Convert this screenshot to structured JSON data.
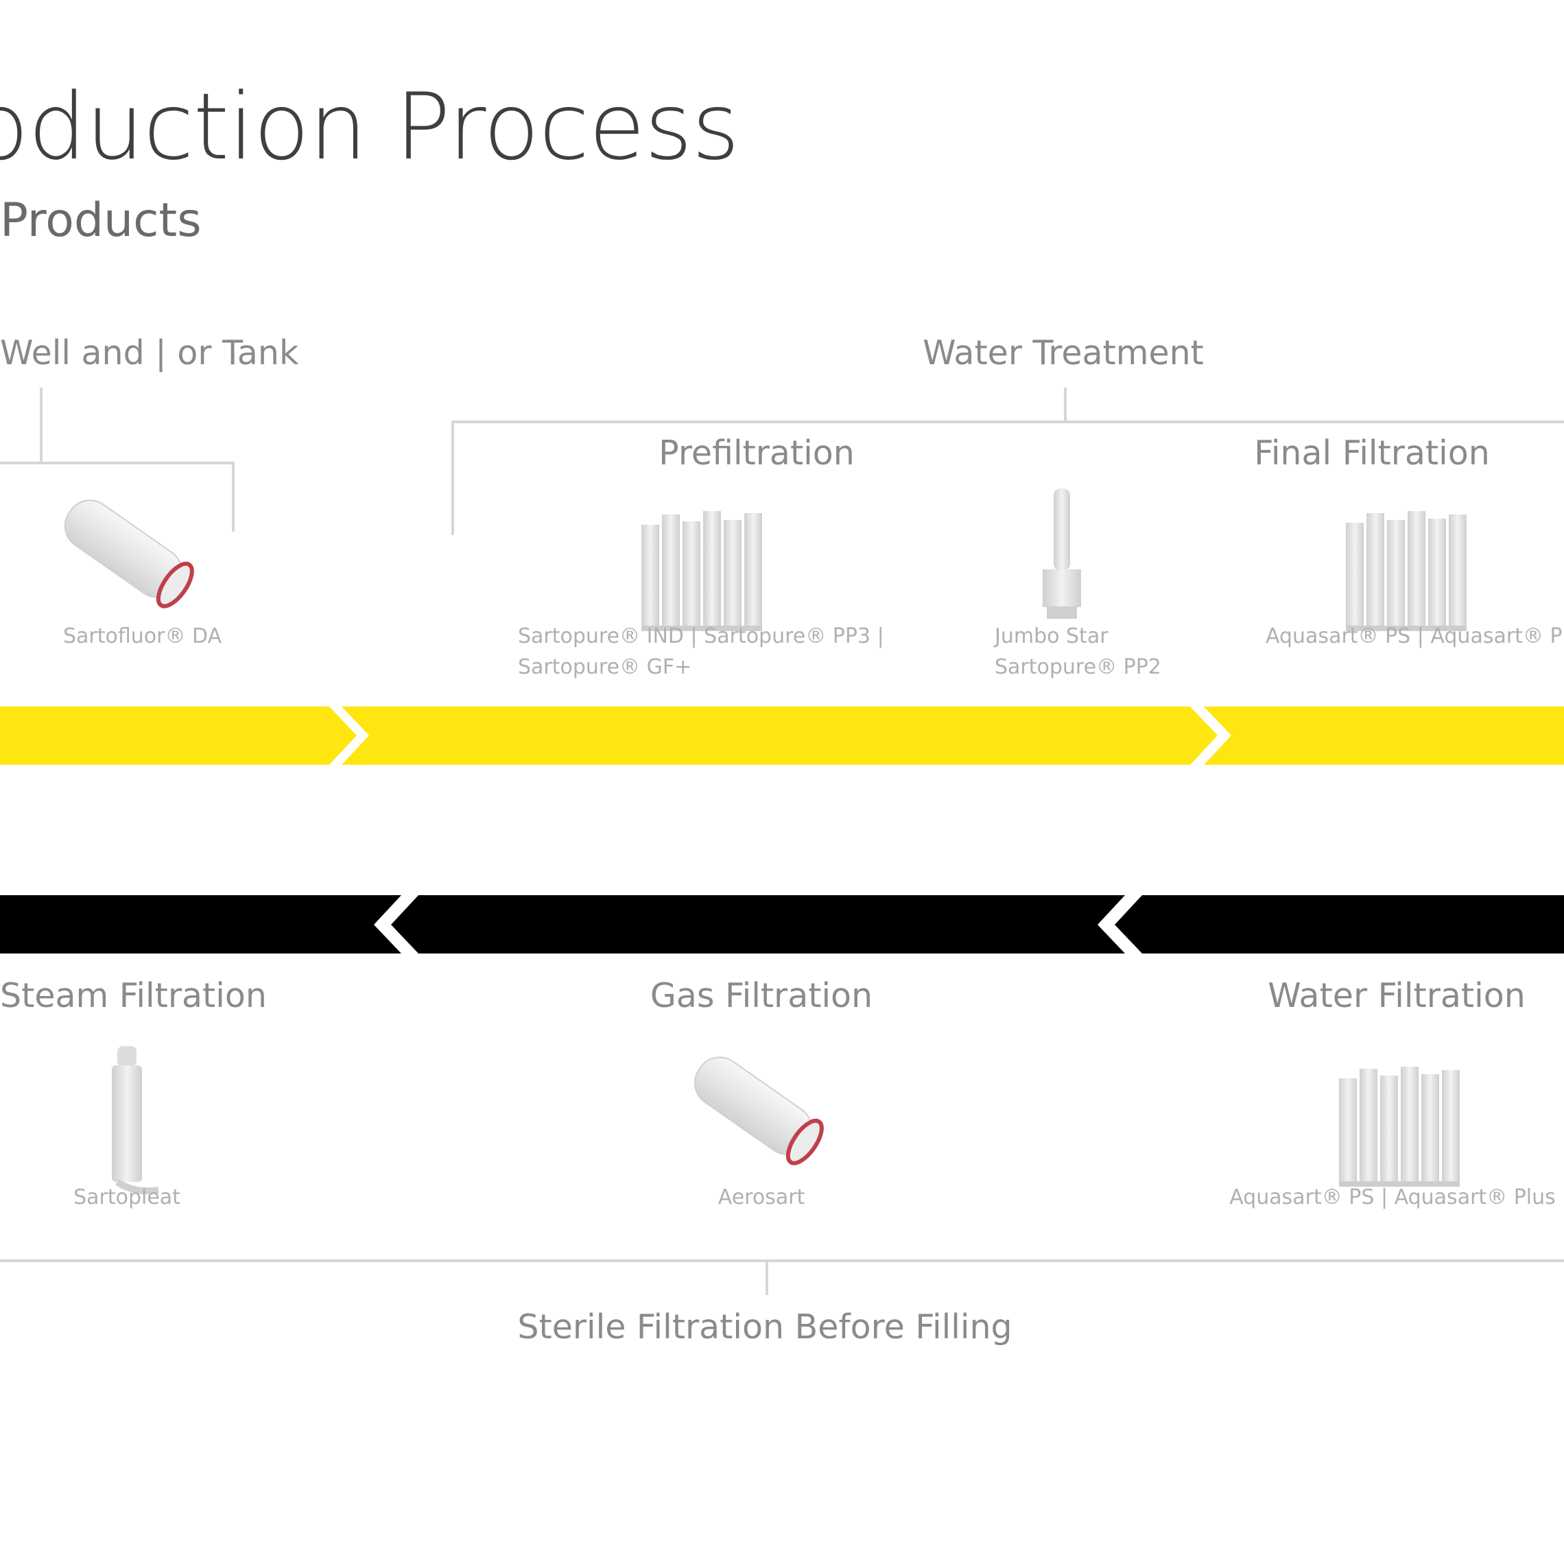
{
  "title": "oduction Process",
  "subtitle": "Products",
  "colors": {
    "forward_band": "#ffe610",
    "return_band": "#000000",
    "bracket_line": "#d6d6d6",
    "cartridge": "#e9e9e9",
    "cartridge_ring": "#c0404a"
  },
  "top_sections": {
    "well_tank": "Well and | or Tank",
    "water_treatment": "Water Treatment",
    "prefiltration": "Prefiltration",
    "final_filtration": "Final Filtration"
  },
  "top_products": {
    "well_tank_product": "Sartofluor® DA",
    "prefiltration_product_line1": "Sartopure® IND | Sartopure® PP3 |",
    "prefiltration_product_line2": "Sartopure® GF+",
    "middle_product_line1": "Jumbo Star",
    "middle_product_line2": "Sartopure® PP2",
    "final_product": "Aquasart® PS | Aquasart® Plus"
  },
  "bottom_sections": {
    "steam": "Steam Filtration",
    "gas": "Gas Filtration",
    "water": "Water Filtration",
    "sterile": "Sterile Filtration Before Filling"
  },
  "bottom_products": {
    "steam_product": "Sartopleat",
    "gas_product": "Aerosart",
    "water_product": "Aquasart® PS | Aquasart® Plus"
  },
  "icons": {
    "well_tank": "cartridge-icon",
    "prefiltration": "pleated-cartridges-icon",
    "middle": "jumbo-cartridge-icon",
    "final": "pleated-cartridges-icon",
    "steam": "steam-filter-icon",
    "gas": "cartridge-icon",
    "water": "pleated-cartridges-icon"
  }
}
